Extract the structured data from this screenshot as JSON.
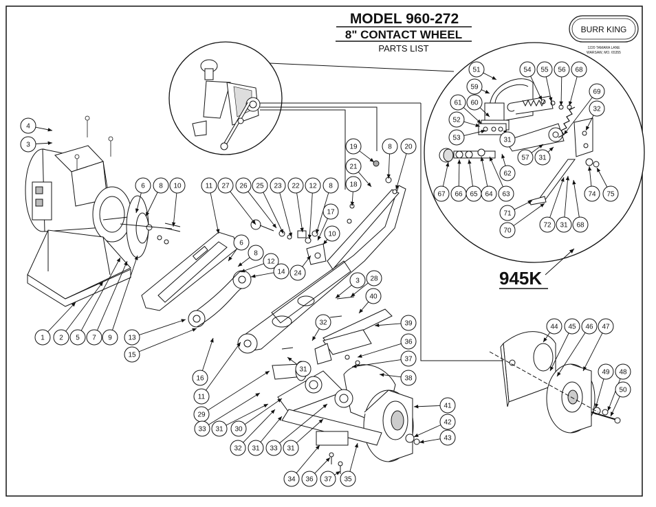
{
  "title": {
    "model": "MODEL 960-272",
    "subtitle": "8\" CONTACT WHEEL",
    "caption": "PARTS LIST"
  },
  "brand": {
    "name": "BURR KING",
    "address_line1": "1220 TAMARA LANE",
    "address_line2": "WARSAW, MO. 65355"
  },
  "assembly_label": "945K",
  "callouts": {
    "c1": "1",
    "c2": "2",
    "c3a": "3",
    "c3b": "3",
    "c4": "4",
    "c5": "5",
    "c6a": "6",
    "c6b": "6",
    "c7": "7",
    "c8a": "8",
    "c8b": "8",
    "c8c": "8",
    "c8d": "8",
    "c9": "9",
    "c10a": "10",
    "c10b": "10",
    "c11a": "11",
    "c11b": "11",
    "c12a": "12",
    "c12b": "12",
    "c13": "13",
    "c14": "14",
    "c15": "15",
    "c16": "16",
    "c17": "17",
    "c18": "18",
    "c19": "19",
    "c20": "20",
    "c21": "21",
    "c22": "22",
    "c23": "23",
    "c24": "24",
    "c25": "25",
    "c26": "26",
    "c27": "27",
    "c28": "28",
    "c29": "29",
    "c30": "30",
    "c31a": "31",
    "c31b": "31",
    "c31c": "31",
    "c31d": "31",
    "c31e": "31",
    "c31f": "31",
    "c31g": "31",
    "c32a": "32",
    "c32b": "32",
    "c32c": "32",
    "c33a": "33",
    "c33b": "33",
    "c34": "34",
    "c35": "35",
    "c36a": "36",
    "c36b": "36",
    "c37a": "37",
    "c37b": "37",
    "c38": "38",
    "c39": "39",
    "c40": "40",
    "c41": "41",
    "c42": "42",
    "c43": "43",
    "c44": "44",
    "c45": "45",
    "c46": "46",
    "c47": "47",
    "c48": "48",
    "c49": "49",
    "c50": "50",
    "c51": "51",
    "c52": "52",
    "c53": "53",
    "c54": "54",
    "c55": "55",
    "c56": "56",
    "c57": "57",
    "c59": "59",
    "c60": "60",
    "c61": "61",
    "c62": "62",
    "c63": "63",
    "c64": "64",
    "c65": "65",
    "c66": "66",
    "c67": "67",
    "c68a": "68",
    "c68b": "68",
    "c69": "69",
    "c70": "70",
    "c71": "71",
    "c72": "72",
    "c74": "74",
    "c75": "75"
  },
  "colors": {
    "ink": "#111111",
    "paper": "#ffffff",
    "shade": "#8a8a8a"
  }
}
